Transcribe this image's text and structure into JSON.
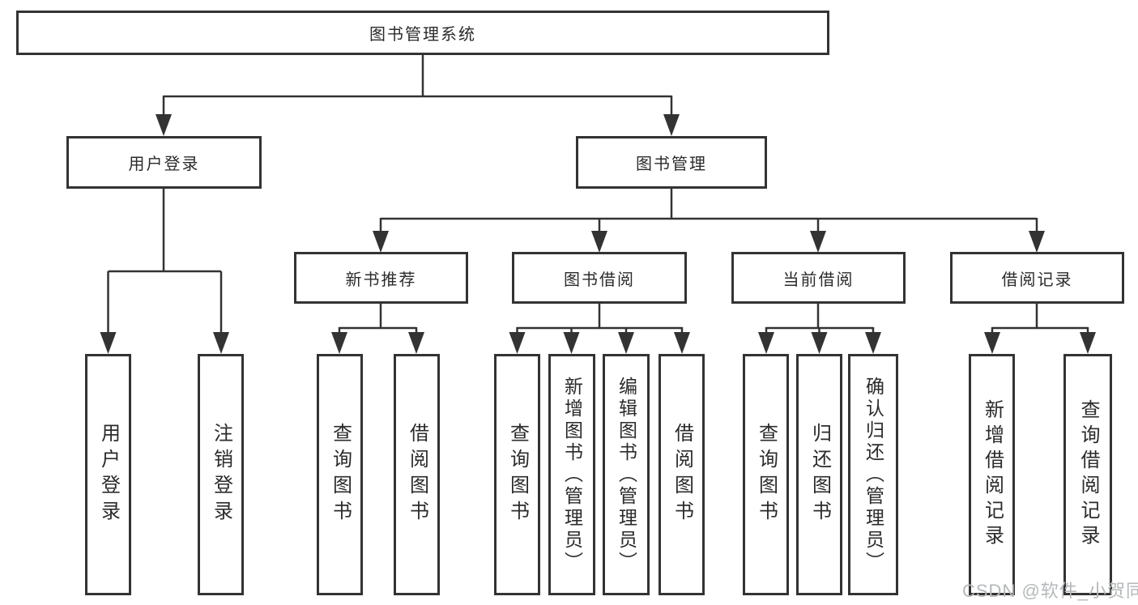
{
  "diagram": {
    "root": {
      "label": "图书管理系统"
    },
    "level1": [
      {
        "label": "用户登录",
        "children": [
          {
            "label": "用户登录"
          },
          {
            "label": "注销登录"
          }
        ]
      },
      {
        "label": "图书管理",
        "children": [
          {
            "label": "新书推荐",
            "children": [
              {
                "label": "查询图书"
              },
              {
                "label": "借阅图书"
              }
            ]
          },
          {
            "label": "图书借阅",
            "children": [
              {
                "label": "查询图书"
              },
              {
                "label": "新增图书（管理员）"
              },
              {
                "label": "编辑图书（管理员）"
              },
              {
                "label": "借阅图书"
              }
            ]
          },
          {
            "label": "当前借阅",
            "children": [
              {
                "label": "查询图书"
              },
              {
                "label": "归还图书"
              },
              {
                "label": "确认归还（管理员）"
              }
            ]
          },
          {
            "label": "借阅记录",
            "children": [
              {
                "label": "新增借阅记录"
              },
              {
                "label": "查询借阅记录"
              }
            ]
          }
        ]
      }
    ]
  },
  "watermark": {
    "label": "CSDN @软件_小贺同学"
  },
  "colors": {
    "line": "#333333",
    "box_border": "#333333",
    "box_fill": "#ffffff",
    "text": "#2b2b2b",
    "watermark": "#b5b8ba",
    "background": "#ffffff"
  }
}
